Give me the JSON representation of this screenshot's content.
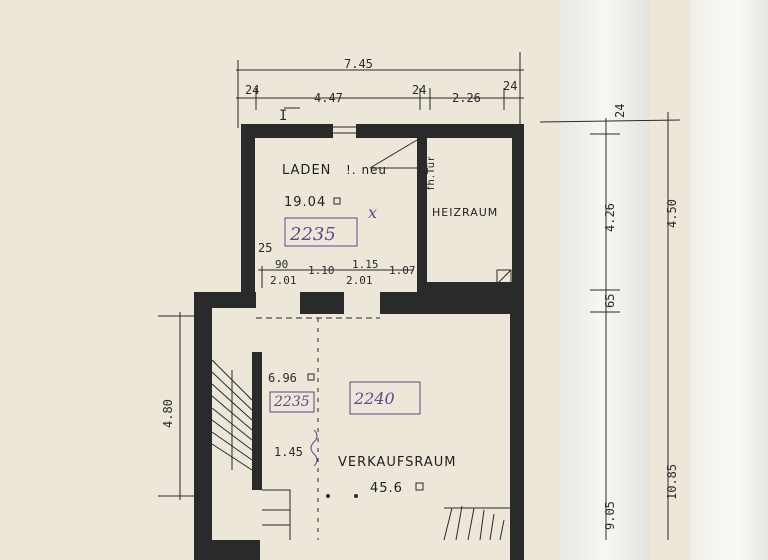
{
  "plan": {
    "dimensions": {
      "total_width": "7.45",
      "w_24_left": "24",
      "w_447": "4.47",
      "w_24_mid": "24",
      "w_226": "2.26",
      "w_24_right": "24",
      "r_24": "24",
      "r_426": "4.26",
      "r_450": "4.50",
      "r_65": "65",
      "r_905": "9.05",
      "r_1085": "10.85",
      "l_480": "4.80",
      "i_25": "25",
      "i_90": "90",
      "i_201a": "2.01",
      "i_110": "1.10",
      "i_115": "1.15",
      "i_201b": "2.01",
      "i_107": "1.07",
      "i_696": "6.96",
      "i_145": "1.45"
    },
    "rooms": {
      "laden_label": "LADEN",
      "laden_note": "!. neu",
      "laden_area": "19.04",
      "laden_code": "2235",
      "door_note": "fh.Tür",
      "heiz_label": "HEIZRAUM",
      "verkauf_label": "VERKAUFSRAUM",
      "verkauf_area": "45.6",
      "code_a": "2235",
      "code_b": "2240"
    },
    "colors": {
      "paper": "#ece7d8",
      "ink": "#2a2a2a",
      "pencil": "#5a4a8a"
    }
  }
}
